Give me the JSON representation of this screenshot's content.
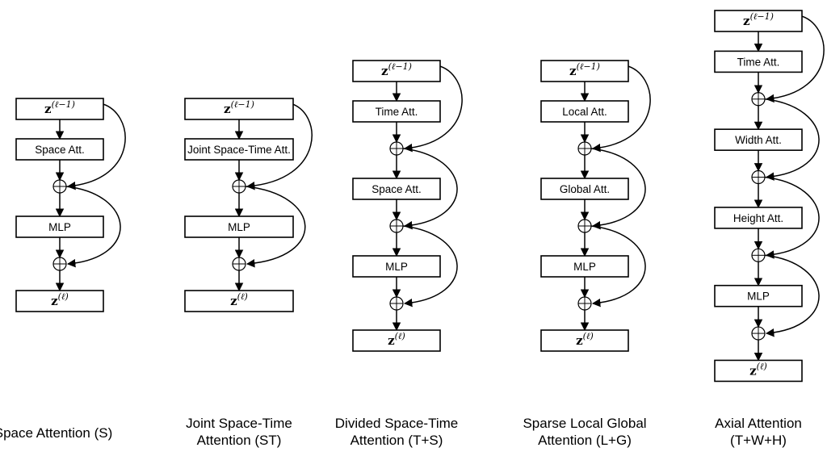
{
  "diagrams": [
    {
      "id": "space-attention",
      "input": {
        "base": "z",
        "sup": "(ℓ−1)"
      },
      "output": {
        "base": "z",
        "sup": "(ℓ)"
      },
      "blocks": [
        "Space Att.",
        "MLP"
      ],
      "caption": [
        "Space Attention (S)"
      ]
    },
    {
      "id": "joint-space-time-attention",
      "input": {
        "base": "z",
        "sup": "(ℓ−1)"
      },
      "output": {
        "base": "z",
        "sup": "(ℓ)"
      },
      "blocks": [
        "Joint Space-Time Att.",
        "MLP"
      ],
      "caption": [
        "Joint Space-Time",
        "Attention (ST)"
      ]
    },
    {
      "id": "divided-space-time-attention",
      "input": {
        "base": "z",
        "sup": "(ℓ−1)"
      },
      "output": {
        "base": "z",
        "sup": "(ℓ)"
      },
      "blocks": [
        "Time Att.",
        "Space Att.",
        "MLP"
      ],
      "caption": [
        "Divided Space-Time",
        "Attention (T+S)"
      ]
    },
    {
      "id": "sparse-local-global-attention",
      "input": {
        "base": "z",
        "sup": "(ℓ−1)"
      },
      "output": {
        "base": "z",
        "sup": "(ℓ)"
      },
      "blocks": [
        "Local Att.",
        "Global Att.",
        "MLP"
      ],
      "caption": [
        "Sparse Local Global",
        "Attention (L+G)"
      ]
    },
    {
      "id": "axial-attention",
      "input": {
        "base": "z",
        "sup": "(ℓ−1)"
      },
      "output": {
        "base": "z",
        "sup": "(ℓ)"
      },
      "blocks": [
        "Time Att.",
        "Width Att.",
        "Height Att.",
        "MLP"
      ],
      "caption": [
        "Axial Attention",
        "(T+W+H)"
      ]
    }
  ]
}
